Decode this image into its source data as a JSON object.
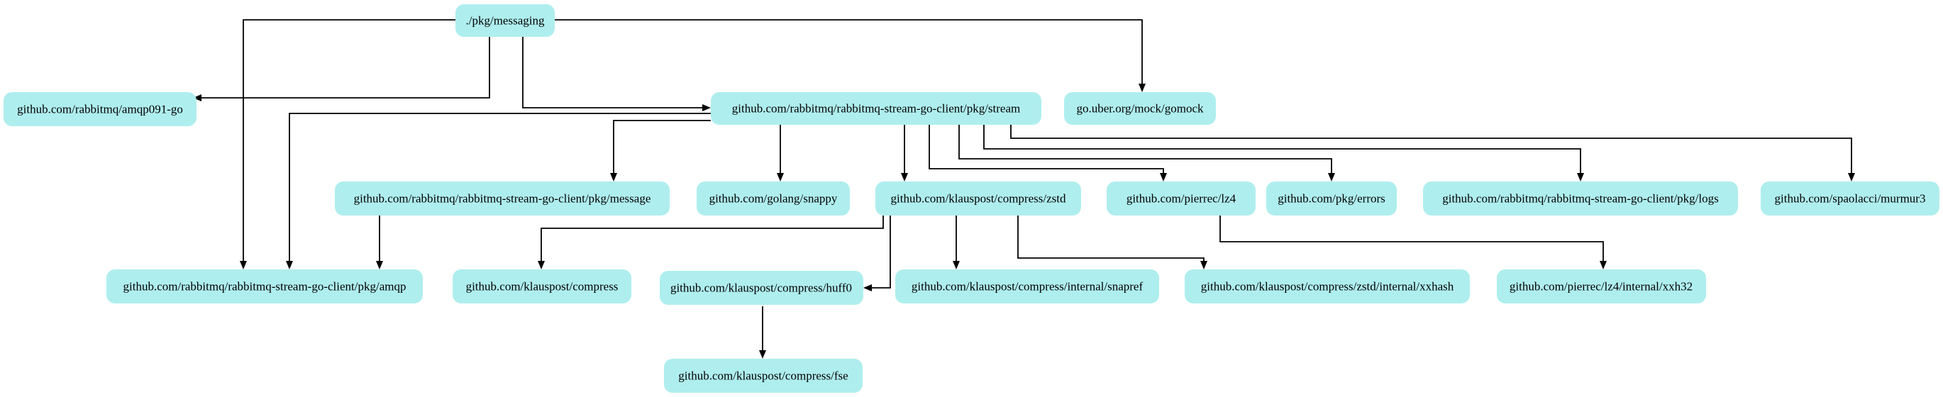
{
  "colors": {
    "node_fill": "#afeeee",
    "edge": "#000000",
    "background": "#ffffff"
  },
  "nodes": {
    "messaging": "./pkg/messaging",
    "amqp091": "github.com/rabbitmq/amqp091-go",
    "stream": "github.com/rabbitmq/rabbitmq-stream-go-client/pkg/stream",
    "gomock": "go.uber.org/mock/gomock",
    "message": "github.com/rabbitmq/rabbitmq-stream-go-client/pkg/message",
    "snappy": "github.com/golang/snappy",
    "zstd": "github.com/klauspost/compress/zstd",
    "lz4": "github.com/pierrec/lz4",
    "errors": "github.com/pkg/errors",
    "logs": "github.com/rabbitmq/rabbitmq-stream-go-client/pkg/logs",
    "murmur3": "github.com/spaolacci/murmur3",
    "amqp": "github.com/rabbitmq/rabbitmq-stream-go-client/pkg/amqp",
    "compress": "github.com/klauspost/compress",
    "huff0": "github.com/klauspost/compress/huff0",
    "snapref": "github.com/klauspost/compress/internal/snapref",
    "xxhash": "github.com/klauspost/compress/zstd/internal/xxhash",
    "xxh32": "github.com/pierrec/lz4/internal/xxh32",
    "fse": "github.com/klauspost/compress/fse"
  },
  "edges": [
    [
      "messaging",
      "amqp091"
    ],
    [
      "messaging",
      "stream"
    ],
    [
      "messaging",
      "gomock"
    ],
    [
      "messaging",
      "amqp"
    ],
    [
      "stream",
      "message"
    ],
    [
      "stream",
      "snappy"
    ],
    [
      "stream",
      "zstd"
    ],
    [
      "stream",
      "lz4"
    ],
    [
      "stream",
      "errors"
    ],
    [
      "stream",
      "logs"
    ],
    [
      "stream",
      "murmur3"
    ],
    [
      "stream",
      "amqp"
    ],
    [
      "message",
      "amqp"
    ],
    [
      "zstd",
      "compress"
    ],
    [
      "zstd",
      "huff0"
    ],
    [
      "zstd",
      "snapref"
    ],
    [
      "zstd",
      "xxhash"
    ],
    [
      "lz4",
      "xxh32"
    ],
    [
      "huff0",
      "fse"
    ]
  ]
}
